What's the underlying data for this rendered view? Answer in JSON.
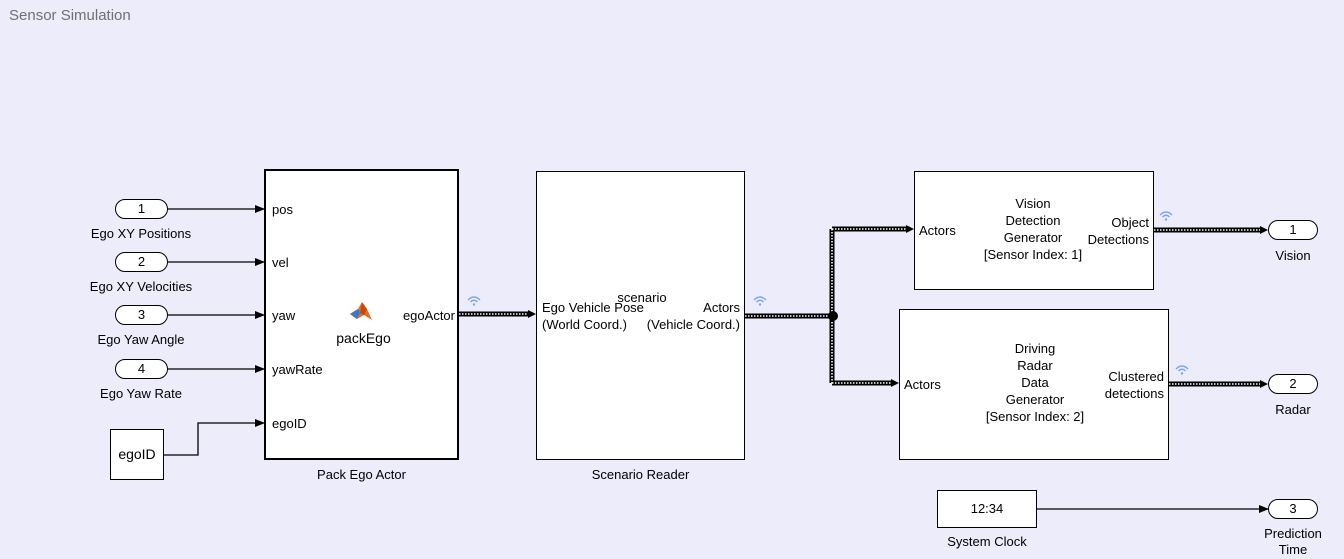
{
  "canvas": {
    "title": "Sensor Simulation",
    "background": "#ececfb"
  },
  "inports": [
    {
      "number": "1",
      "name": "Ego XY Positions"
    },
    {
      "number": "2",
      "name": "Ego XY Velocities"
    },
    {
      "number": "3",
      "name": "Ego Yaw Angle"
    },
    {
      "number": "4",
      "name": "Ego Yaw Rate"
    }
  ],
  "constant_block": {
    "value": "egoID"
  },
  "pack_ego": {
    "name": "Pack Ego Actor",
    "function_name": "packEgo",
    "inputs": [
      "pos",
      "vel",
      "yaw",
      "yawRate",
      "egoID"
    ],
    "output": "egoActor",
    "matlab_icon_color": "#e16f24"
  },
  "scenario_reader": {
    "name": "Scenario Reader",
    "param": "scenario",
    "input_line1": "Ego Vehicle Pose",
    "input_line2": "(World Coord.)",
    "output_line1": "Actors",
    "output_line2": "(Vehicle Coord.)"
  },
  "vision": {
    "title": "Vision\nDetection\nGenerator\n[Sensor Index: 1]",
    "input": "Actors",
    "output": "Object\nDetections"
  },
  "radar": {
    "title": "Driving\nRadar\nData\nGenerator\n[Sensor Index: 2]",
    "input": "Actors",
    "output": "Clustered\ndetections"
  },
  "system_clock": {
    "display": "12:34",
    "name": "System Clock"
  },
  "outports": [
    {
      "number": "1",
      "name": "Vision"
    },
    {
      "number": "2",
      "name": "Radar"
    },
    {
      "number": "3",
      "name": "Prediction\nTime"
    }
  ],
  "colors": {
    "wifi_icon": "#7aa8e6",
    "bus_line": "#000000"
  }
}
